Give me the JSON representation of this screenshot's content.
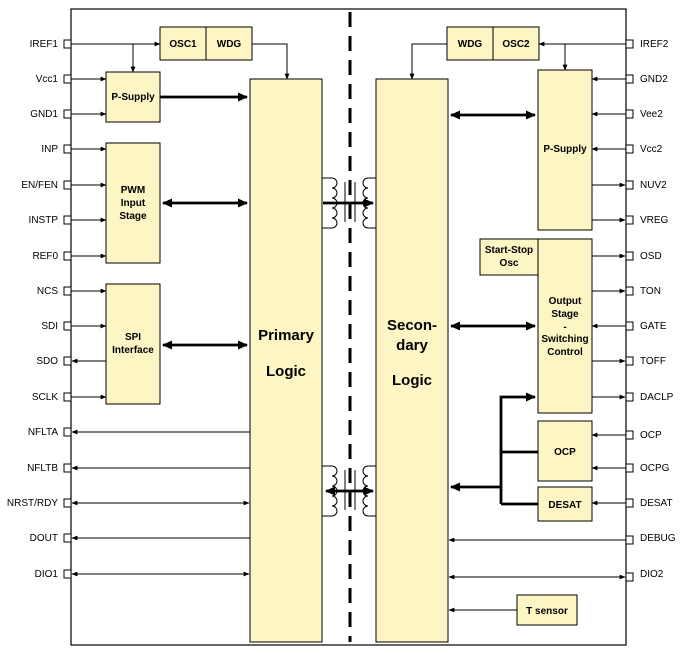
{
  "left_pins": [
    "IREF1",
    "Vcc1",
    "GND1",
    "INP",
    "EN/FEN",
    "INSTP",
    "REF0",
    "NCS",
    "SDI",
    "SDO",
    "SCLK",
    "NFLTA",
    "NFLTB",
    "NRST/RDY",
    "DOUT",
    "DIO1"
  ],
  "right_pins": [
    "IREF2",
    "GND2",
    "Vee2",
    "Vcc2",
    "NUV2",
    "VREG",
    "OSD",
    "TON",
    "GATE",
    "TOFF",
    "DACLP",
    "OCP",
    "OCPG",
    "DESAT",
    "DEBUG",
    "DIO2"
  ],
  "blocks": {
    "osc1": "OSC1",
    "wdg1": "WDG",
    "wdg2": "WDG",
    "osc2": "OSC2",
    "psupply1": "P-Supply",
    "pwm": [
      "PWM",
      "Input",
      "Stage"
    ],
    "spi": [
      "SPI",
      "Interface"
    ],
    "primary": [
      "Primary",
      "Logic"
    ],
    "secondary": [
      "Secon-",
      "dary",
      "Logic"
    ],
    "psupply2": "P-Supply",
    "startstop": [
      "Start-Stop",
      "Osc"
    ],
    "output": [
      "Output",
      "Stage",
      "-",
      "Switching",
      "Control"
    ],
    "ocp": "OCP",
    "desat": "DESAT",
    "tsensor": "T sensor"
  }
}
